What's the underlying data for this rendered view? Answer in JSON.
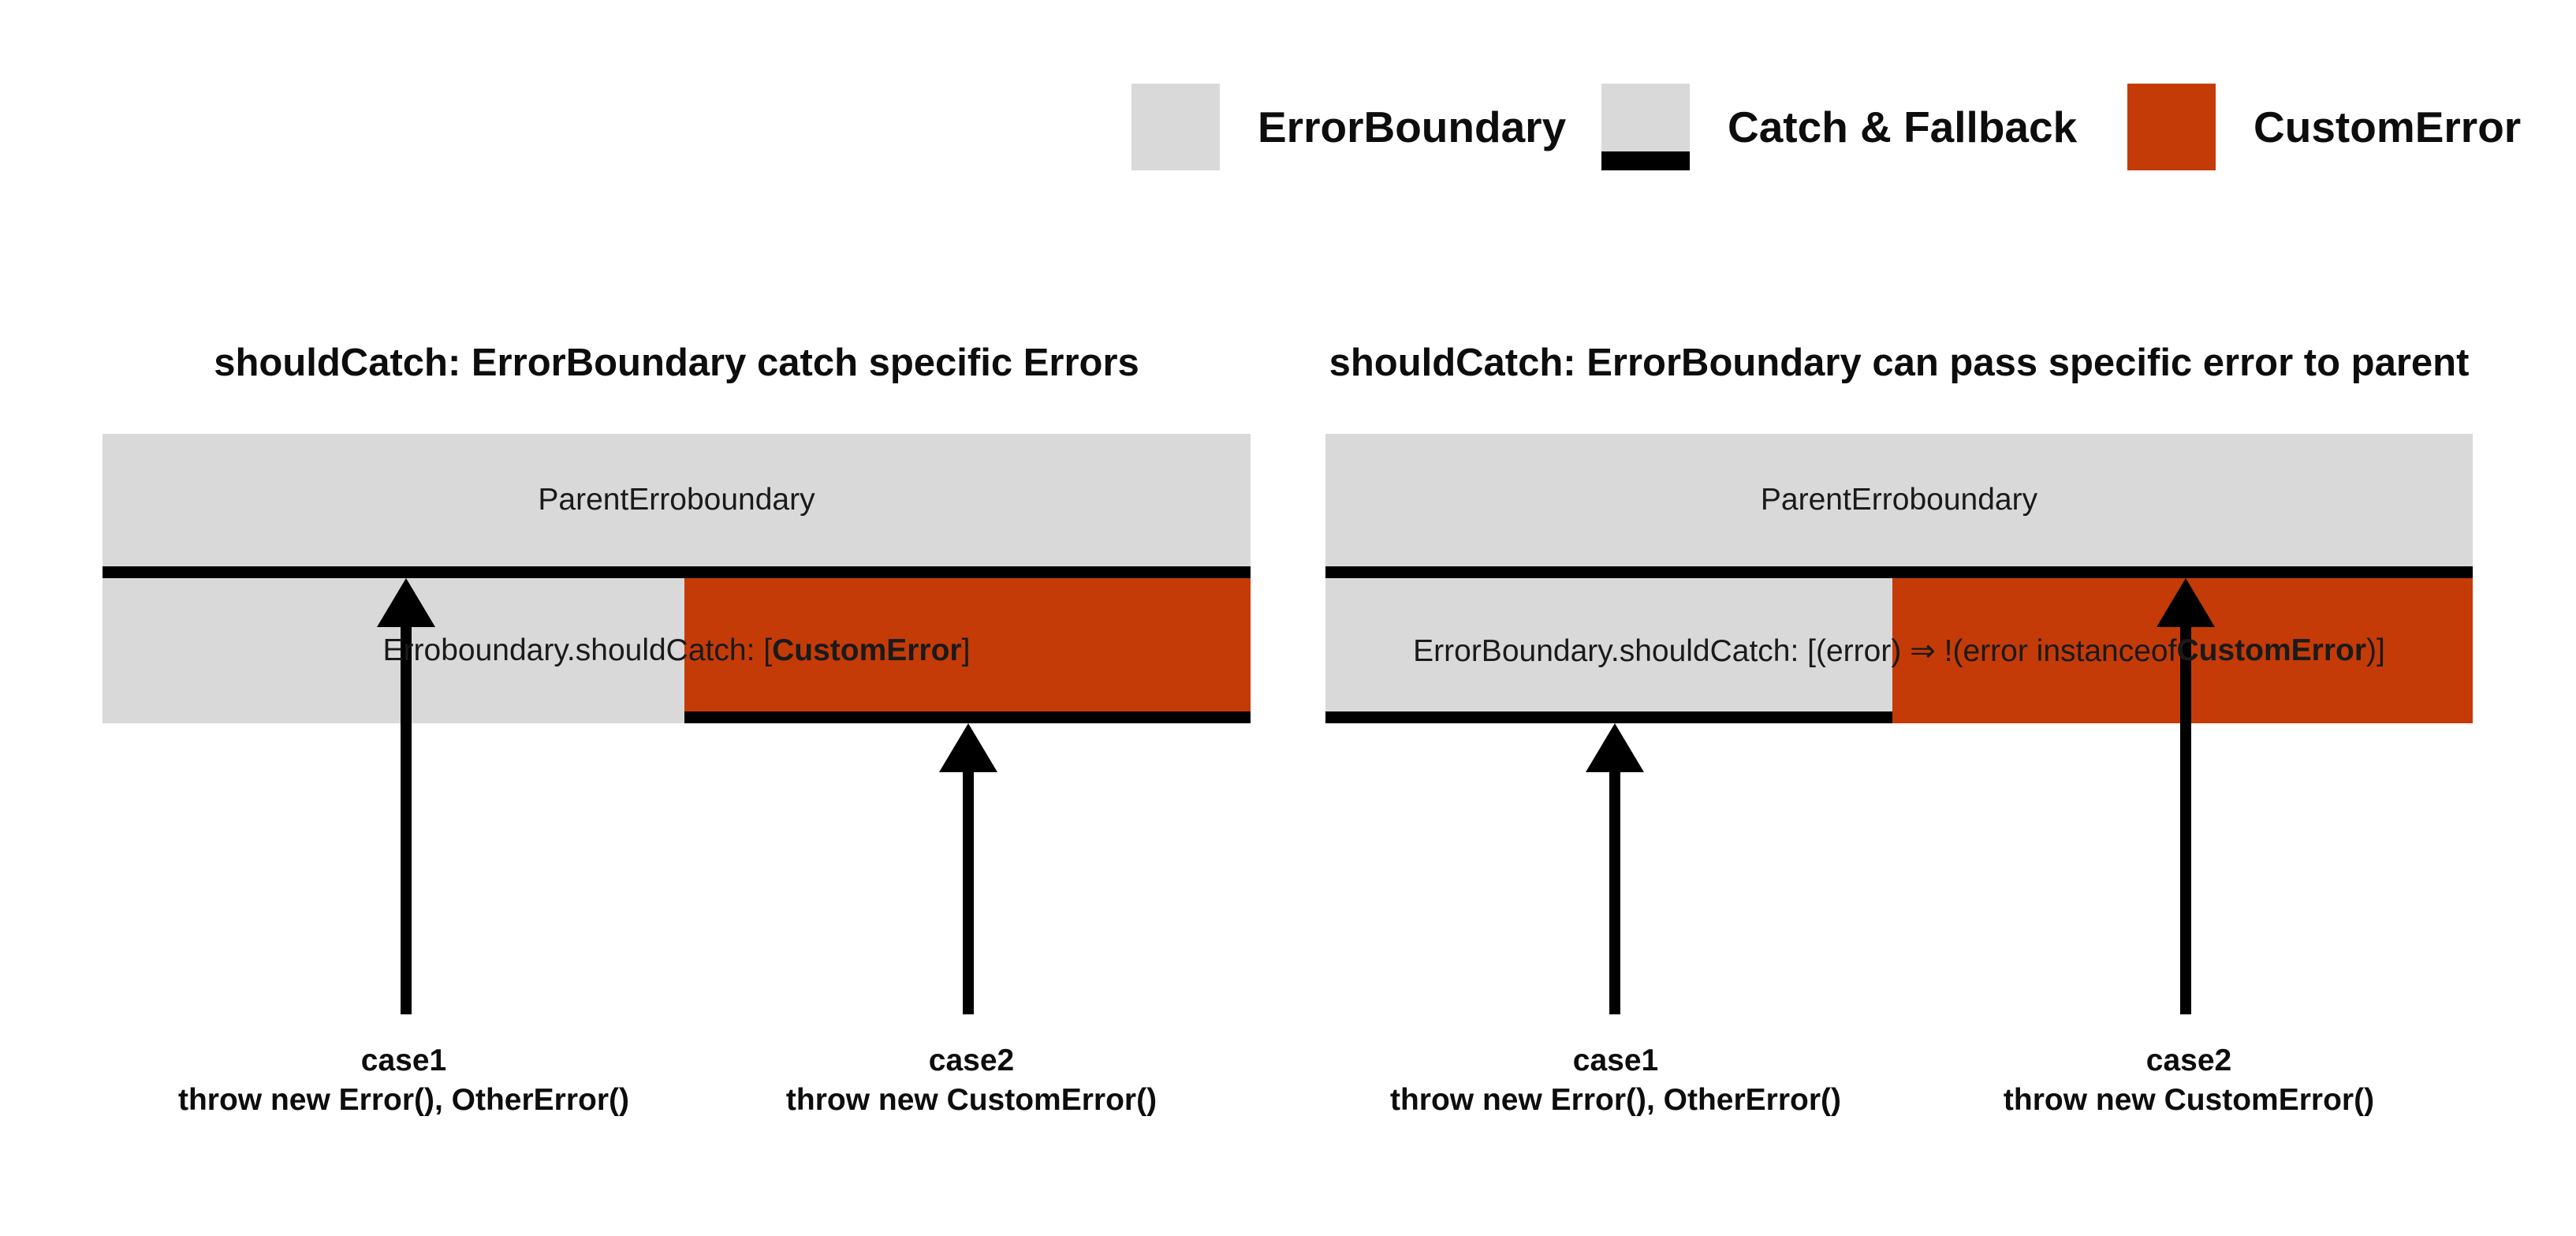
{
  "colors": {
    "background": "#ffffff",
    "gray": "#d9d9d9",
    "orange": "#c43b08",
    "black": "#000000",
    "text": "#1a1a1a",
    "heading": "#0d0d0d"
  },
  "legend": {
    "items": [
      {
        "label": "ErrorBoundary"
      },
      {
        "label": "Catch & Fallback"
      },
      {
        "label": "CustomError"
      }
    ]
  },
  "panels": [
    {
      "title": "shouldCatch: ErrorBoundary catch specific Errors",
      "parent_label": "ParentErroboundary",
      "child": {
        "pre": "Erroboundary.shouldCatch: [",
        "bold": "CustomError",
        "post": "]"
      },
      "cases": [
        {
          "name": "case1",
          "code": "throw new Error(), OtherError()"
        },
        {
          "name": "case2",
          "code": "throw new CustomError()"
        }
      ]
    },
    {
      "title": "shouldCatch: ErrorBoundary can pass specific error to parent",
      "parent_label": "ParentErroboundary",
      "child": {
        "pre": "ErrorBoundary.shouldCatch: [(error) ⇒ !(error instanceof ",
        "bold": "CustomError",
        "post": ")]"
      },
      "cases": [
        {
          "name": "case1",
          "code": "throw new Error(), OtherError()"
        },
        {
          "name": "case2",
          "code": "throw new CustomError()"
        }
      ]
    }
  ]
}
